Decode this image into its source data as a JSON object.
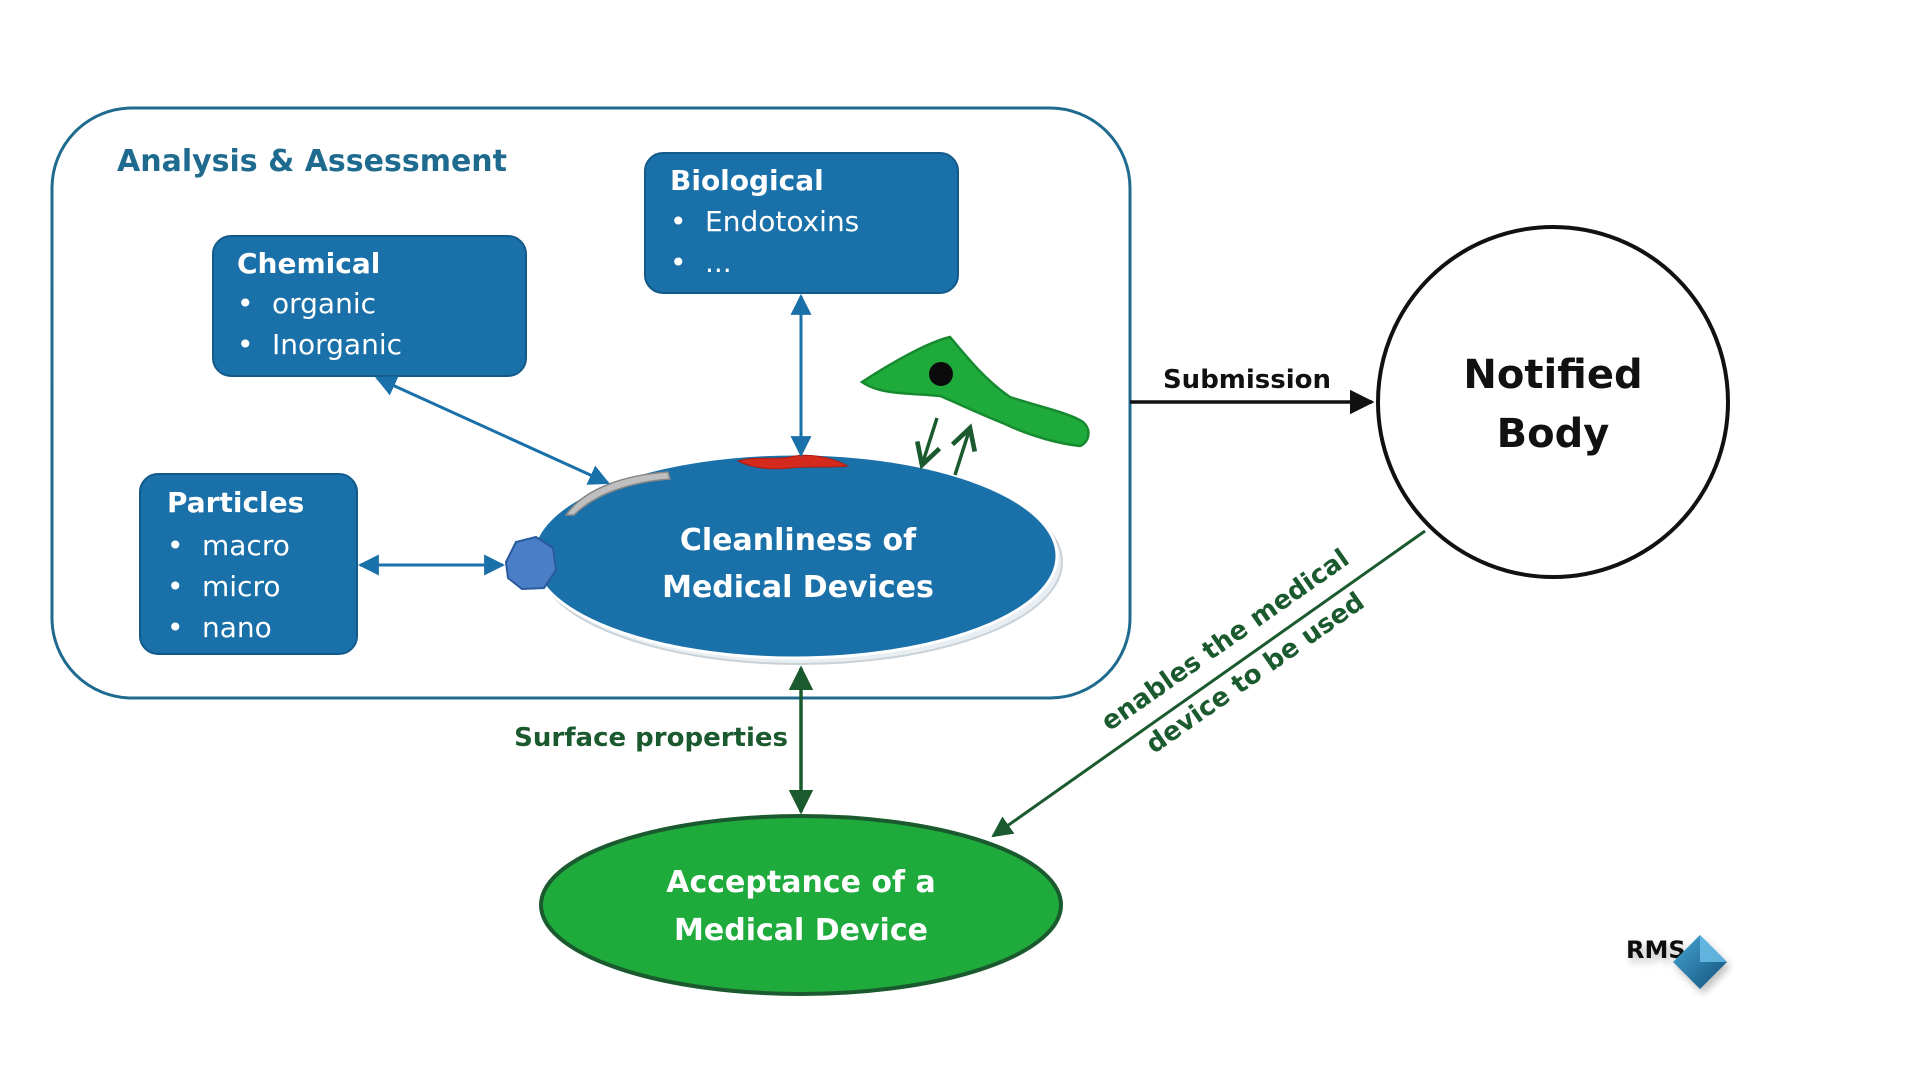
{
  "frame": {
    "title": "Analysis & Assessment"
  },
  "chemical": {
    "title": "Chemical",
    "items": [
      "organic",
      "Inorganic"
    ]
  },
  "biological": {
    "title": "Biological",
    "items": [
      "Endotoxins",
      "..."
    ]
  },
  "particles": {
    "title": "Particles",
    "items": [
      "macro",
      "micro",
      "nano"
    ]
  },
  "cleanliness": {
    "line1": "Cleanliness of",
    "line2": "Medical Devices"
  },
  "notified_body": {
    "line1": "Notified",
    "line2": "Body"
  },
  "submission_label": "Submission",
  "surface_label": "Surface properties",
  "enables_label": {
    "line1": "enables the medical",
    "line2": "device to be used"
  },
  "acceptance": {
    "line1": "Acceptance of a",
    "line2": "Medical Device"
  },
  "logo": {
    "text": "RMS"
  },
  "colors": {
    "blue": "#1a70a8",
    "blue_dark": "#135a8a",
    "green": "#1faa3c",
    "green_dark": "#1a5a2e",
    "frame_stroke": "#1f6b8f"
  }
}
